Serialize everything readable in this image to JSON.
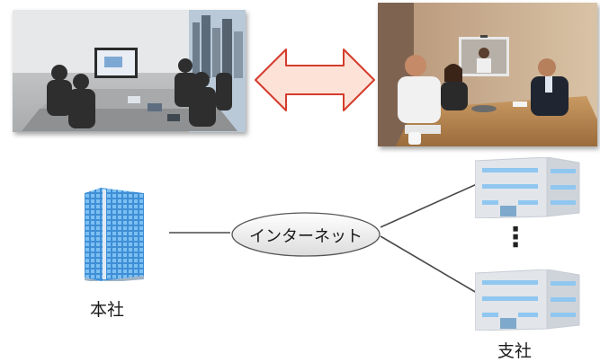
{
  "network": {
    "hub_label": "インターネット",
    "head_office_label": "本社",
    "branch_label": "支社",
    "ellipsis": "⋮"
  },
  "colors": {
    "arrow_fill": "#fde2d8",
    "arrow_stroke": "#d43c2c",
    "building_blue": "#5aa6e6",
    "branch_body": "#e2e5ea",
    "branch_window": "#8fc7f0"
  }
}
